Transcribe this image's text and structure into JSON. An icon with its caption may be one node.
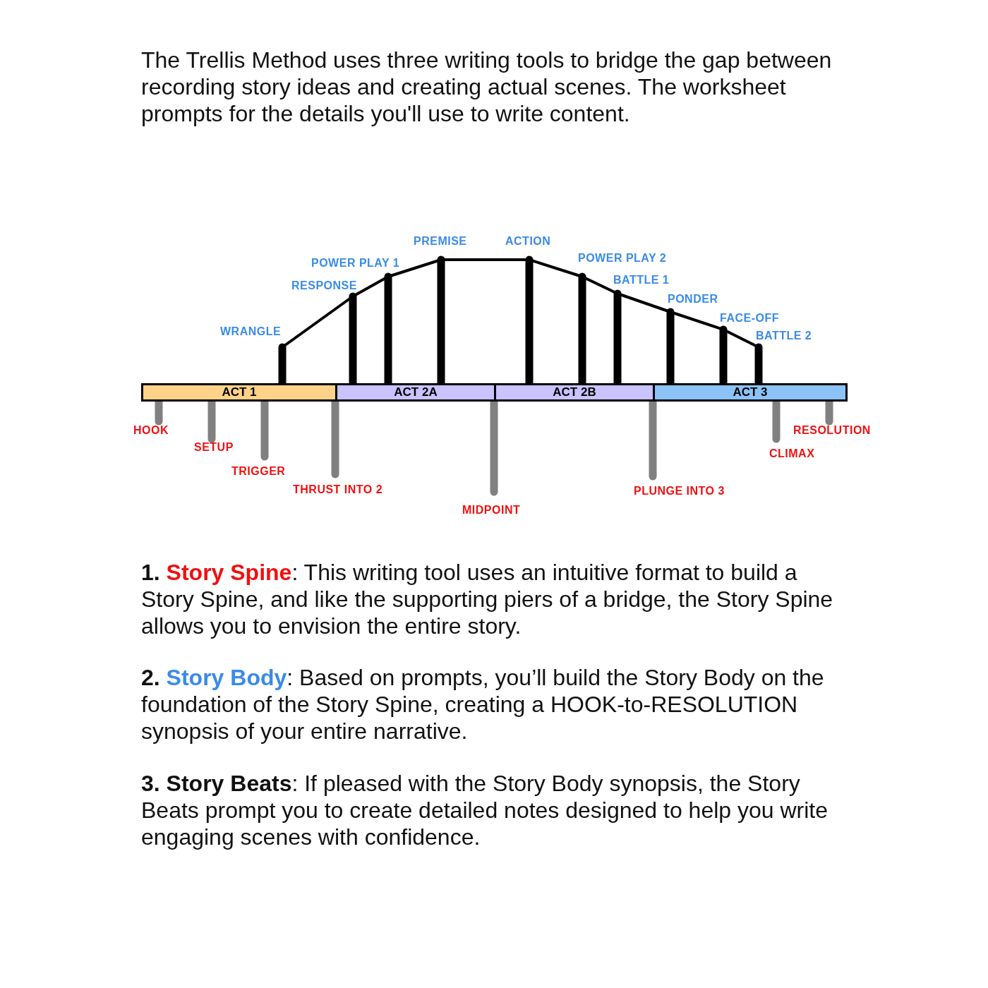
{
  "diagram": {
    "nodes": [
      {
        "text": [
          "ACT 1"
        ]
      },
      {
        "text": [
          "ACT 2A"
        ]
      },
      {
        "text": [
          "ACT 2B"
        ]
      },
      {
        "text": [
          "ACT 3"
        ]
      }
    ],
    "labels": [
      "The Trellis Method uses three writing tools to bridge the gap between recording story ideas and creating actual scenes. The worksheet prompts for the details you'll use to write content.",
      "PREMISE",
      "ACTION",
      "POWER PLAY 1",
      "POWER PLAY 2",
      "BATTLE 1",
      "RESPONSE",
      "PONDER",
      "FACE-OFF",
      "WRANGLE",
      "BATTLE 2",
      "HOOK",
      "RESOLUTION",
      "SETUP",
      "CLIMAX",
      "TRIGGER",
      "THRUST INTO 2",
      "PLUNGE INTO 3",
      "MIDPOINT",
      "**1.** **Story Spine**: This writing tool uses an intuitive format to build a Story Spine, and like the supporting piers of a bridge, the Story Spine allows you to envision the entire story.",
      "**2.** **Story Body**: Based on prompts, you’ll build the Story Body on the foundation of the Story Spine, creating a HOOK-to-RESOLUTION synopsis of your entire narrative.",
      "**3.** **Story Beats**: If pleased with the Story Body synopsis, the Story Beats prompt you to create detailed notes designed to help you write engaging scenes with confidence."
    ]
  }
}
